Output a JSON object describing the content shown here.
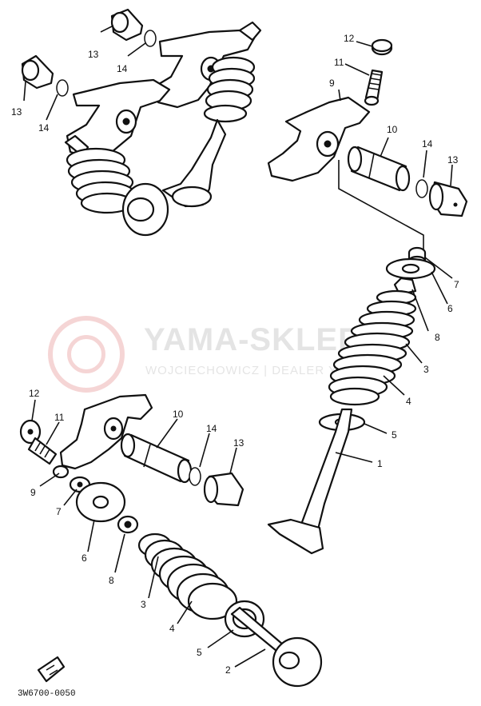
{
  "watermark": {
    "title": "YAMA-SKLEP.PL",
    "subtitle": "WOJCIECHOWICZ | DEALER YAMAHA",
    "color": "#d64545"
  },
  "diagram": {
    "catalog_code": "3W6700-0050",
    "callouts": {
      "c_13a": "13",
      "c_14a": "14",
      "c_13b": "13",
      "c_14b": "14",
      "c_12a": "12",
      "c_11a": "11",
      "c_9a": "9",
      "c_10a": "10",
      "c_14c": "14",
      "c_13c": "13",
      "c_7a": "7",
      "c_6a": "6",
      "c_8a": "8",
      "c_3a": "3",
      "c_4a": "4",
      "c_5a": "5",
      "c_1a": "1",
      "c_12b": "12",
      "c_11b": "11",
      "c_10b": "10",
      "c_14d": "14",
      "c_13d": "13",
      "c_9b": "9",
      "c_7b": "7",
      "c_6b": "6",
      "c_8b": "8",
      "c_3b": "3",
      "c_4b": "4",
      "c_5b": "5",
      "c_2b": "2"
    }
  }
}
